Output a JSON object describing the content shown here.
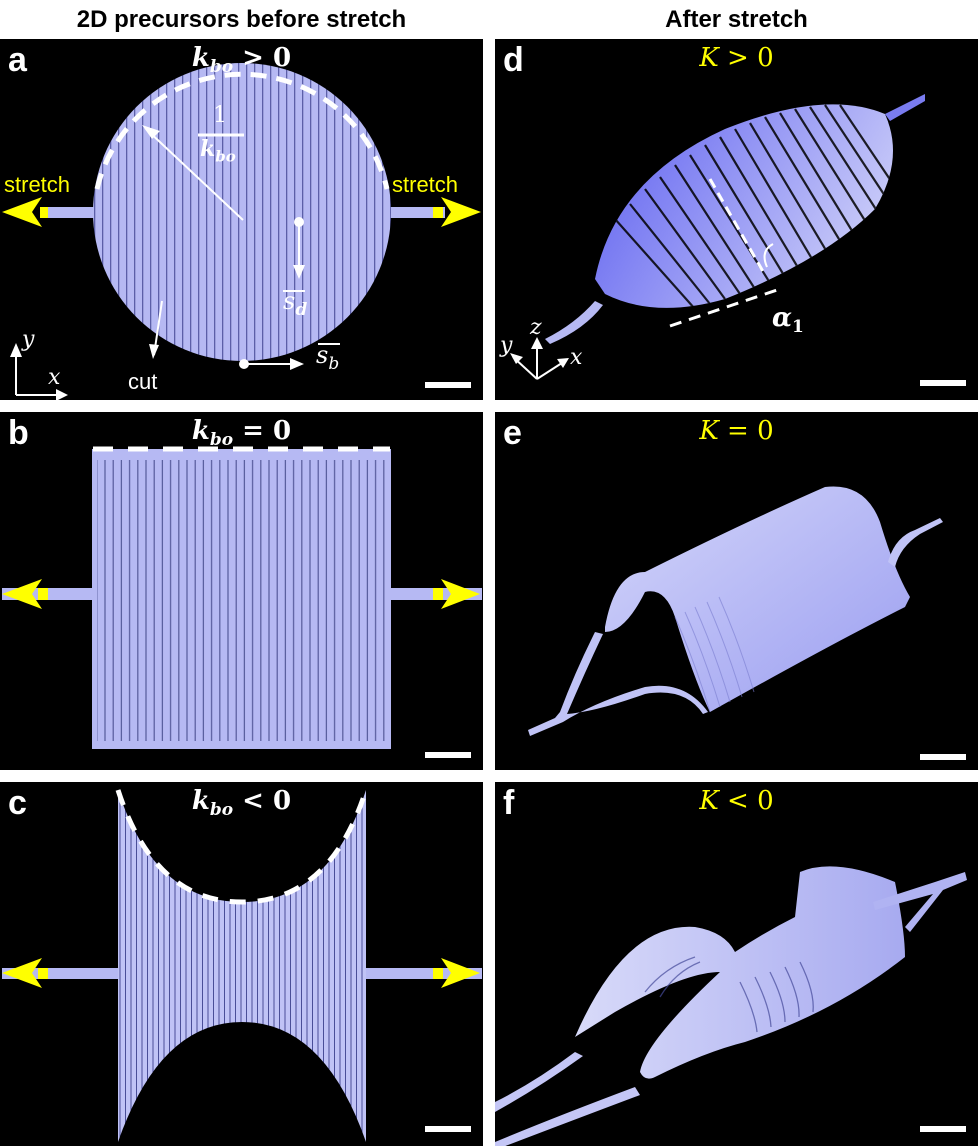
{
  "headers": {
    "left": "2D precursors before stretch",
    "right": "After stretch"
  },
  "colors": {
    "background": "#000000",
    "material": "#b4b8f2",
    "material_dark": "#5a5ae0",
    "arrow": "#ffff00",
    "annotation": "#ffffff",
    "curvature_label": "#ffff00"
  },
  "panels": {
    "a": {
      "label": "a",
      "condition_var": "k",
      "condition_sub": "bo",
      "condition_rest": " > 0",
      "stretch_left": "stretch",
      "stretch_right": "stretch",
      "radius_num": "1",
      "radius_den_var": "k",
      "radius_den_sub": "bo",
      "sd_var": "s",
      "sd_sub": "d",
      "sb_var": "s",
      "sb_sub": "b",
      "cut": "cut",
      "axis_x": "x",
      "axis_y": "y"
    },
    "b": {
      "label": "b",
      "condition_var": "k",
      "condition_sub": "bo",
      "condition_rest": " = 0"
    },
    "c": {
      "label": "c",
      "condition_var": "k",
      "condition_sub": "bo",
      "condition_rest": " < 0"
    },
    "d": {
      "label": "d",
      "condition_var": "K",
      "condition_rest": " > 0",
      "angle_var": "α",
      "angle_sub": "1",
      "axis_x": "x",
      "axis_y": "y",
      "axis_z": "z"
    },
    "e": {
      "label": "e",
      "condition_var": "K",
      "condition_rest": " = 0"
    },
    "f": {
      "label": "f",
      "condition_var": "K",
      "condition_rest": " < 0"
    }
  }
}
